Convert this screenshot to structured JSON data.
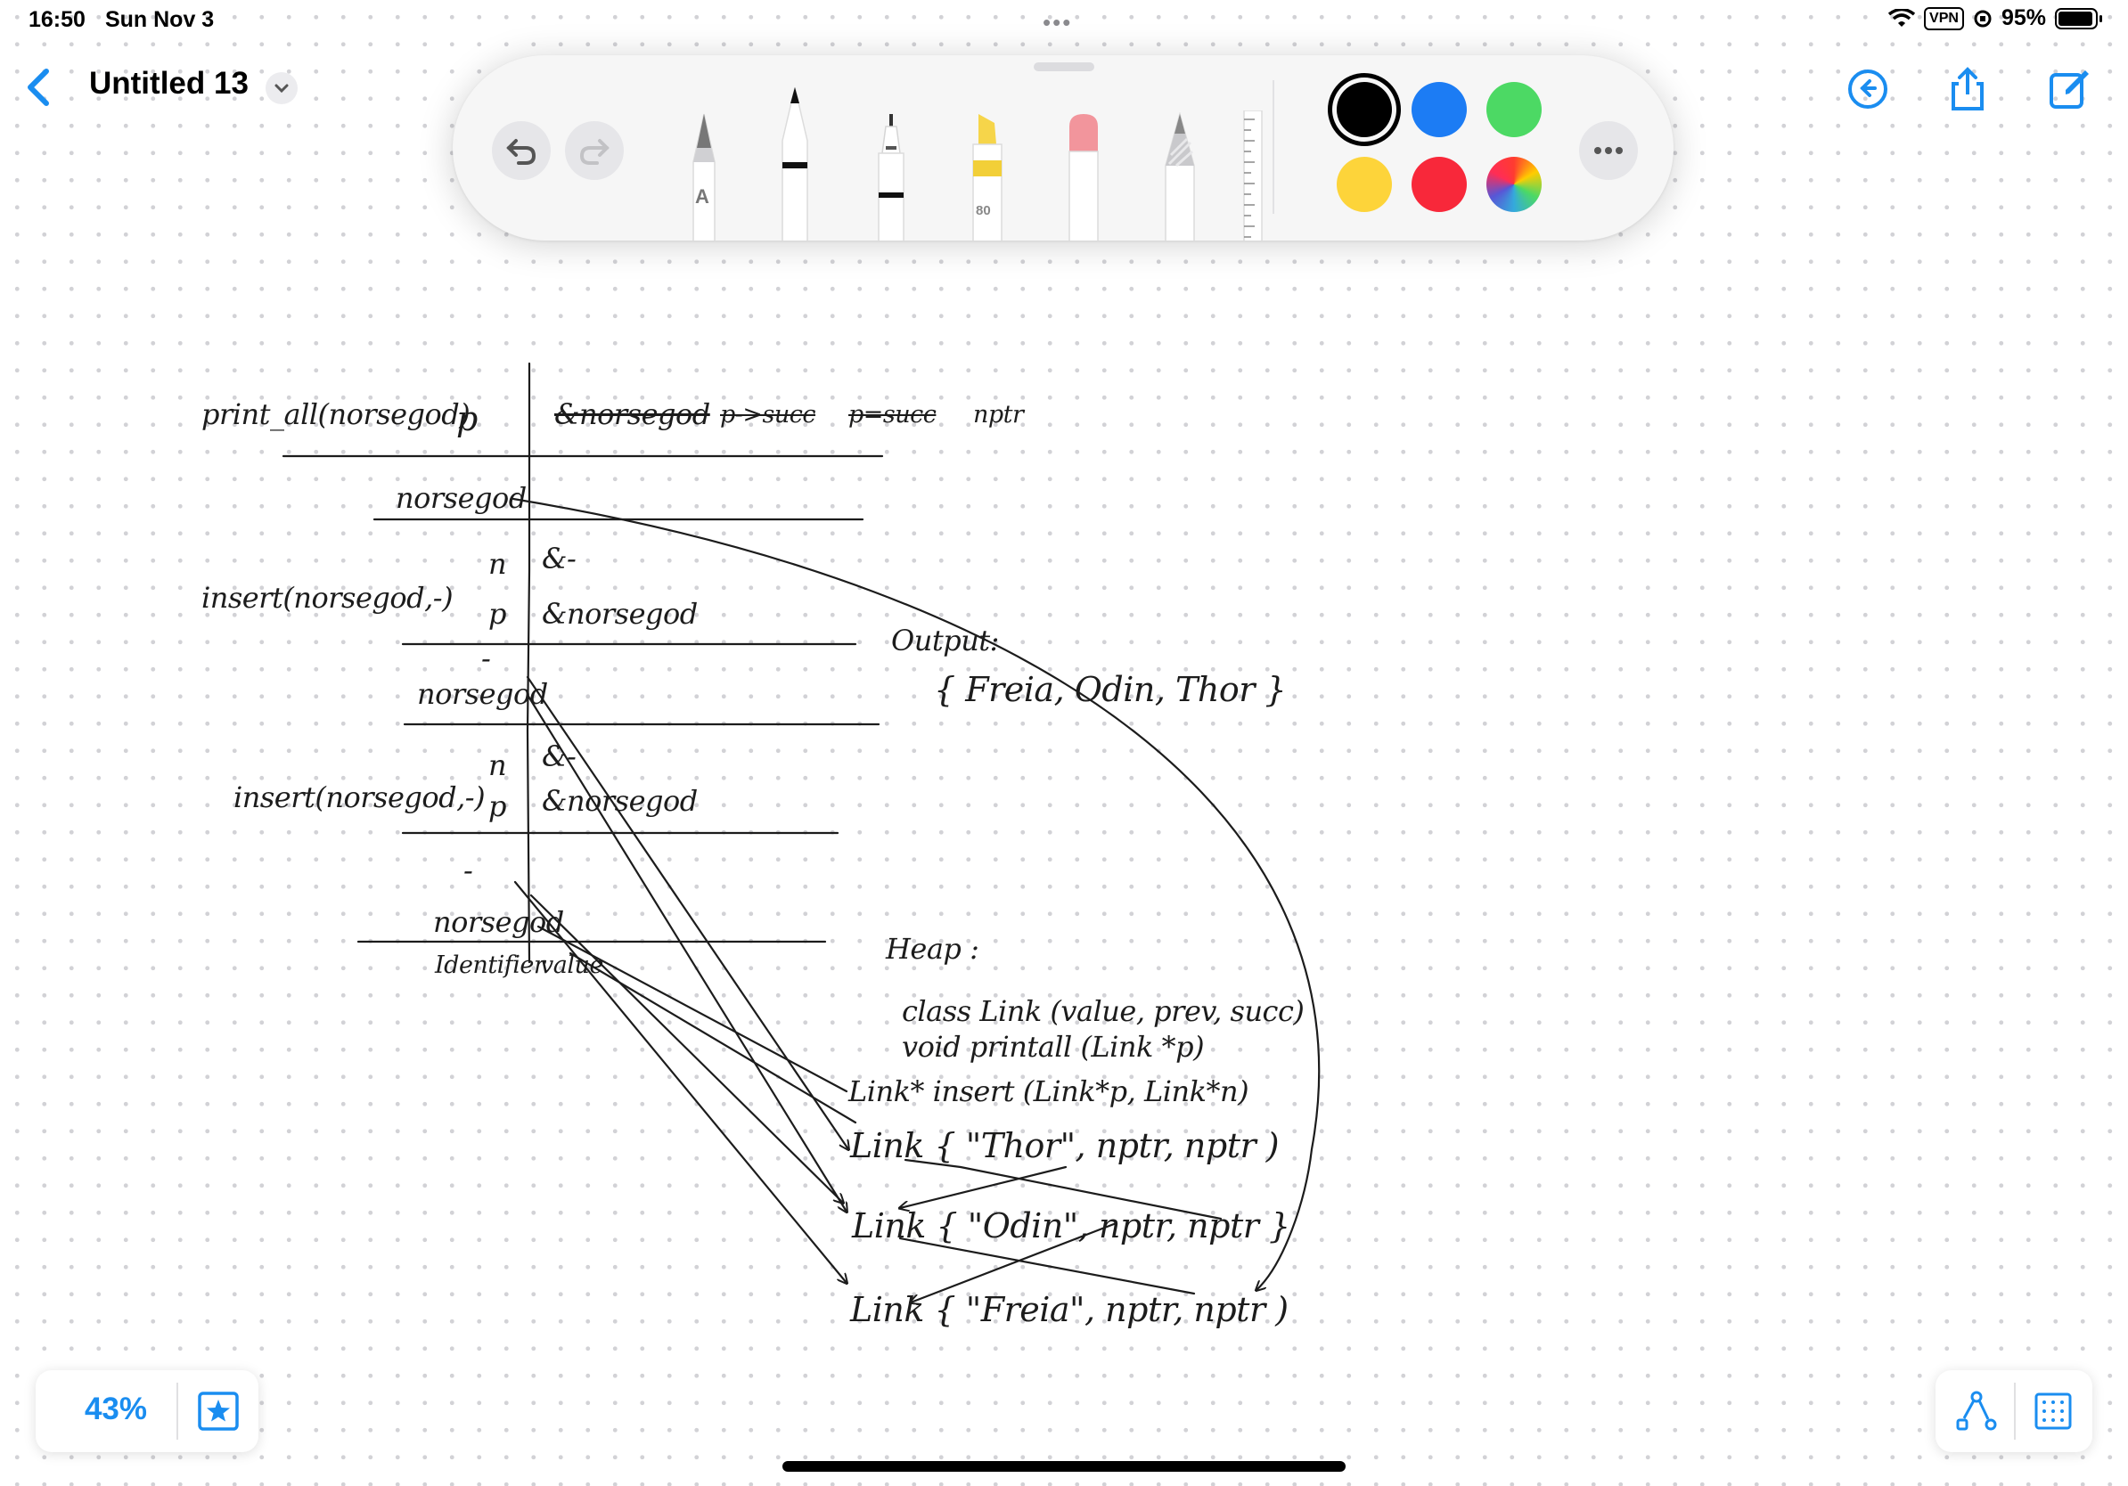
{
  "status_bar": {
    "time": "16:50",
    "date": "Sun Nov 3",
    "vpn": "VPN",
    "battery": "95%",
    "battery_level": 0.95
  },
  "nav": {
    "title": "Untitled 13"
  },
  "toolbar": {
    "marker_size": "80",
    "monoline_label": "A",
    "colors": {
      "black": "#000000",
      "blue": "#1c7cf4",
      "green": "#4cd964",
      "yellow": "#fdd43a",
      "red": "#f8283a"
    }
  },
  "zoom": {
    "value": "43%"
  },
  "accent_color": "#1a8df0",
  "canvas": {
    "frame0": {
      "fn": "print_all(norsegod)",
      "p": "p",
      "val_struck": "&norsegod",
      "p_succ1": "p->succ",
      "p_succ2": "p=succ",
      "nptr": "nptr"
    },
    "frame1": {
      "name": "norsegod"
    },
    "frame2": {
      "fn": "insert(norsegod,-)",
      "n": "n",
      "n_val": "&-",
      "p": "p",
      "p_val": "&norsegod",
      "dash": "-"
    },
    "frame3": {
      "name": "norsegod"
    },
    "frame4": {
      "fn": "insert(norsegod,-)",
      "n": "n",
      "n_val": "&-",
      "p": "p",
      "p_val": "&norsegod",
      "dash": "-"
    },
    "frame5": {
      "name": "norsegod"
    },
    "legend": {
      "identifier": "Identifier",
      "value": "value"
    },
    "output": {
      "label": "Output:",
      "text": "{ Freia, Odin, Thor }"
    },
    "heap": {
      "label": "Heap :",
      "line1": "class  Link (value, prev, succ)",
      "line2": "void  printall (Link *p)",
      "line3": "Link*  insert (Link*p,  Link*n)",
      "link_thor": "Link { \"Thor\",  nptr,  nptr )",
      "link_odin": "Link { \"Odin\",  nptr,  nptr }",
      "link_freia": "Link { \"Freia\", nptr,  nptr )"
    }
  }
}
